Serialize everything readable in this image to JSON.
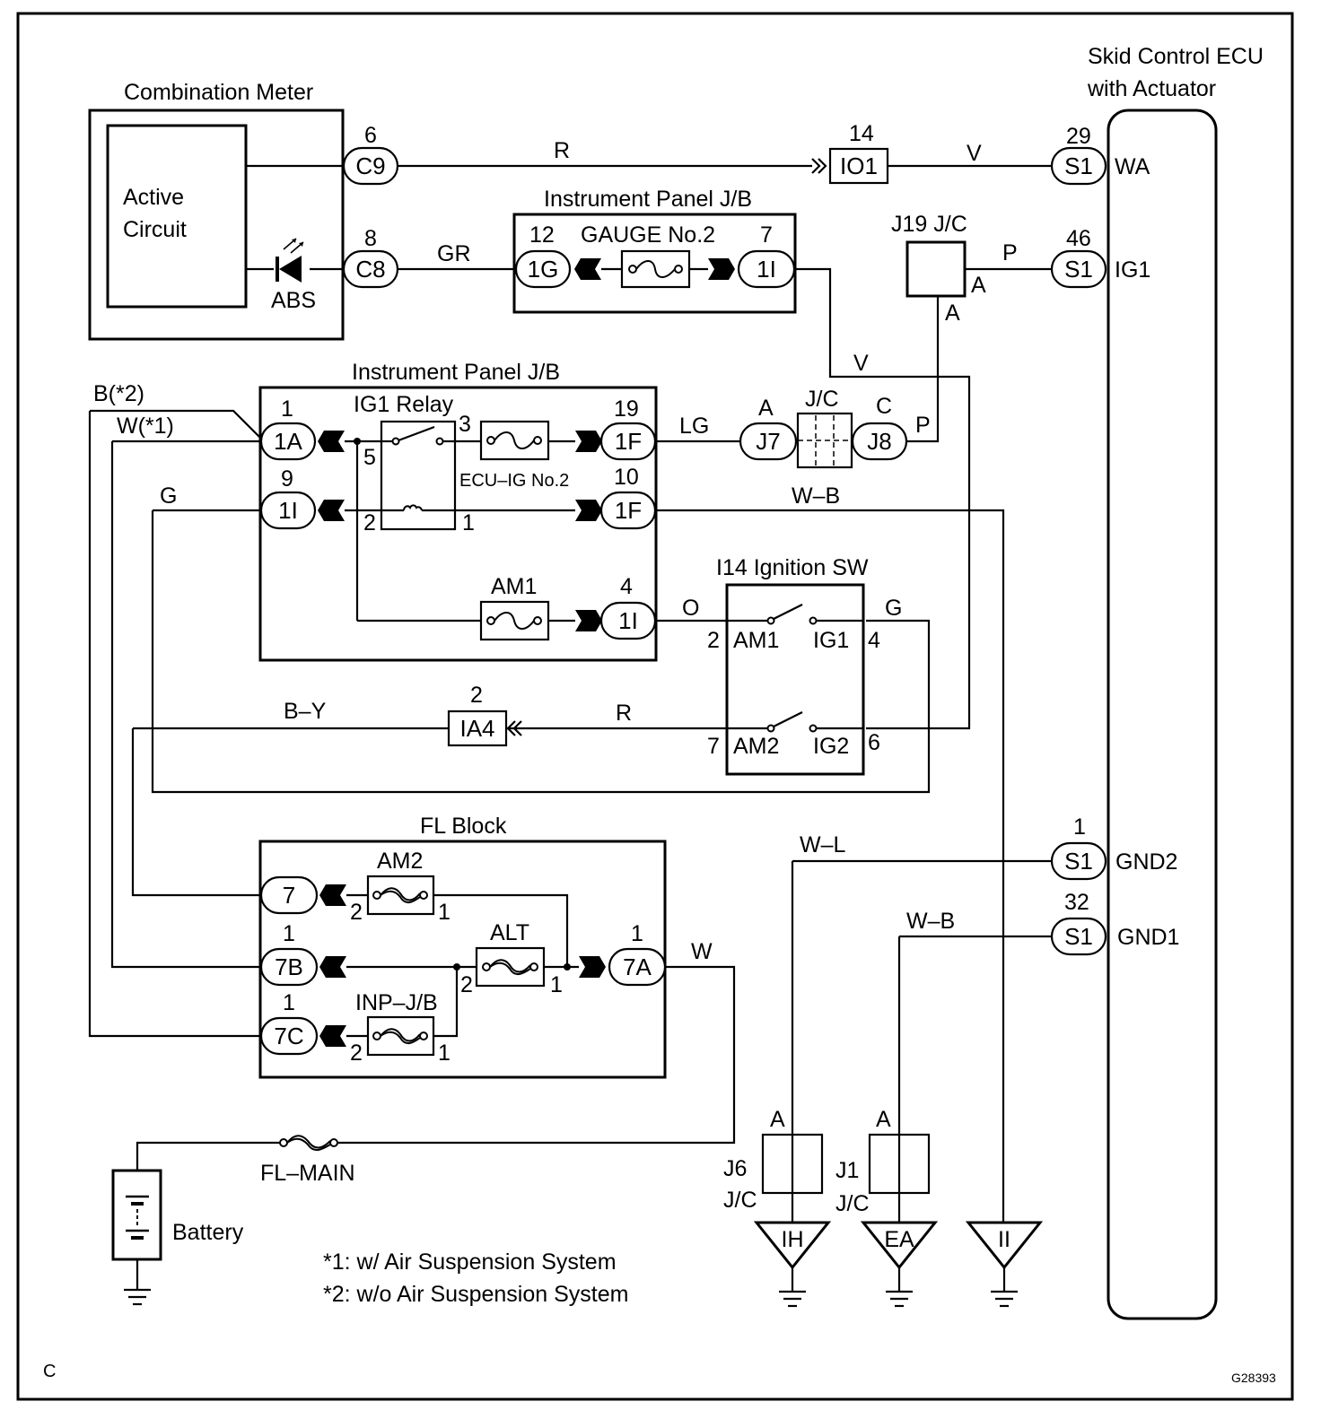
{
  "components": {
    "ecu_title_1": "Skid Control ECU",
    "ecu_title_2": "with Actuator",
    "combination_meter": "Combination Meter",
    "active_circuit_1": "Active",
    "active_circuit_2": "Circuit",
    "abs": "ABS",
    "ip_jb_top": "Instrument Panel J/B",
    "gauge_fuse": "GAUGE No.2",
    "ip_jb_main": "Instrument Panel J/B",
    "ig1_relay": "IG1 Relay",
    "ecu_ig_fuse": "ECU–IG No.2",
    "am1_fuse": "AM1",
    "ignition_sw": "I14 Ignition SW",
    "j19": "J19 J/C",
    "jc_mid": "J/C",
    "fl_block": "FL Block",
    "am2_fuse": "AM2",
    "alt_fuse": "ALT",
    "inp_jb_fuse": "INP–J/B",
    "fl_main": "FL–MAIN",
    "battery": "Battery",
    "j6": "J6",
    "j1": "J1",
    "jc_j6": "J/C",
    "jc_j1": "J/C"
  },
  "connectors": {
    "c9": "C9",
    "c8": "C8",
    "io1": "IO1",
    "s1_wa": "S1",
    "s1_ig1": "S1",
    "g1g": "1G",
    "g1i": "1I",
    "r1a": "1A",
    "r1i": "1I",
    "r19": "1F",
    "r10": "1F",
    "am1_1i": "1I",
    "j7": "J7",
    "j8": "J8",
    "ia4": "IA4",
    "fl7": "7",
    "fl7b": "7B",
    "fl7c": "7C",
    "fl7a": "7A",
    "s1_gnd2": "S1",
    "s1_gnd1": "S1"
  },
  "pins": {
    "c9": "6",
    "c8": "8",
    "io1": "14",
    "wa": "29",
    "ig1": "46",
    "g1g": "12",
    "g1i": "7",
    "r1a": "1",
    "r1i": "9",
    "r19": "19",
    "r10": "10",
    "am1": "4",
    "relay_3": "3",
    "relay_5": "5",
    "relay_2": "2",
    "relay_1": "1",
    "sw_am1": "2",
    "sw_ig1": "4",
    "sw_am2": "7",
    "sw_ig2": "6",
    "ia4": "2",
    "am2_l": "2",
    "am2_r": "1",
    "alt_l": "2",
    "alt_r": "1",
    "inp_l": "2",
    "inp_r": "1",
    "fl7b": "1",
    "fl7c": "1",
    "fl7a": "1",
    "gnd2": "1",
    "gnd1": "32"
  },
  "signals": {
    "wa": "WA",
    "ig1": "IG1",
    "gnd2": "GND2",
    "gnd1": "GND1",
    "sw_am1": "AM1",
    "sw_ig1": "IG1",
    "sw_am2": "AM2",
    "sw_ig2": "IG2"
  },
  "terminals": {
    "j19_a1": "A",
    "j19_a2": "A",
    "j7_a": "A",
    "j8_c": "C",
    "j6_a": "A",
    "j1_a": "A"
  },
  "wires": {
    "r_top": "R",
    "v_top": "V",
    "p_top": "P",
    "gr": "GR",
    "v_mid": "V",
    "b2": "B(*2)",
    "w1": "W(*1)",
    "lg": "LG",
    "p_mid": "P",
    "g_left": "G",
    "wb_mid": "W–B",
    "o": "O",
    "g_sw": "G",
    "by": "B–Y",
    "r_sw": "R",
    "wl": "W–L",
    "wb_gnd": "W–B",
    "w_fl": "W"
  },
  "grounds": {
    "ih": "IH",
    "ea": "EA",
    "ii": "II"
  },
  "notes": {
    "n1": "*1: w/ Air Suspension System",
    "n2": "*2: w/o Air Suspension System"
  },
  "corner": {
    "letter": "C",
    "code": "G28393"
  }
}
